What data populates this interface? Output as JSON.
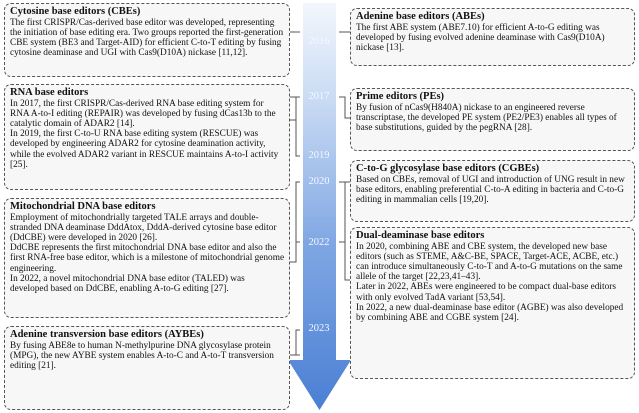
{
  "timeline": {
    "years": [
      "2016",
      "2017",
      "2019",
      "2020",
      "2022",
      "2023"
    ],
    "arrow_color": "#4a7fd4"
  },
  "boxes": [
    {
      "id": "cbe",
      "title": "Cytosine base editors (CBEs)",
      "paragraphs": [
        "The first CRISPR/Cas-derived base editor was developed, representing the initiation of base editing era. Two groups reported the first-generation CBE system (BE3 and Target-AID) for efficient C-to-T editing by fusing cytosine deaminase and UGI with Cas9(D10A) nickase [11,12]."
      ]
    },
    {
      "id": "rna",
      "title": "RNA base editors",
      "paragraphs": [
        "In 2017, the first CRISPR/Cas-derived RNA base editing system for RNA A-to-I editing (REPAIR) was developed by fusing dCas13b to the catalytic domain of ADAR2 [14].",
        "In 2019, the first C-to-U RNA base editing system (RESCUE) was developed by engineering ADAR2 for cytosine deamination activity, while the evolved ADAR2 variant in RESCUE maintains A-to-I activity [25]."
      ]
    },
    {
      "id": "mito",
      "title": "Mitochondrial DNA base editors",
      "paragraphs": [
        "Employment of mitochondrially targeted TALE arrays and double-stranded DNA deaminase DddAtox, DddA-derived cytosine base editor (DdCBE) were developed in 2020 [26].",
        "DdCBE represents the first mitochondrial DNA base editor and also the first RNA-free base editor, which is a milestone of mitochondrial genome engineering.",
        "In 2022, a novel mitochondrial DNA base editor (TALED) was developed based on DdCBE, enabling A-to-G editing [27]."
      ]
    },
    {
      "id": "aybe",
      "title": "Adenine transversion base editors (AYBEs)",
      "paragraphs": [
        "By fusing ABE8e to human N-methylpurine DNA glycosylase protein (MPG), the new AYBE system enables A-to-C and A-to-T transversion editing [21]."
      ]
    },
    {
      "id": "abe",
      "title": "Adenine base editors (ABEs)",
      "paragraphs": [
        "The first ABE system (ABE7.10) for efficient A-to-G editing was developed by fusing evolved adenine deaminase with Cas9(D10A) nickase [13]."
      ]
    },
    {
      "id": "pe",
      "title": "Prime editors (PEs)",
      "paragraphs": [
        "By fusion of nCas9(H840A) nickase to an engineered reverse transcriptase, the developed PE system (PE2/PE3) enables all types of base substitutions, guided by the pegRNA [28]."
      ]
    },
    {
      "id": "cgbe",
      "title": "C-to-G glycosylase base editors (CGBEs)",
      "paragraphs": [
        "Based on CBEs, removal of UGI and introduction of UNG result in new base editors, enabling preferential C-to-A editing in bacteria and C-to-G editing in mammalian cells [19,20]."
      ]
    },
    {
      "id": "dual",
      "title": "Dual-deaminase base editors",
      "paragraphs": [
        "In 2020, combining ABE and CBE system, the developed new base editors (such as STEME, A&C-BE, SPACE, Target-ACE, ACBE, etc.) can introduce simultaneously C-to-T and A-to-G mutations on the same allele of the target [22,23,41–43].",
        "Later in 2022, ABEs were engineered to be compact dual-base editors with only evolved TadA variant [53,54].",
        "In 2022, a new dual-deaminase base editor (AGBE) was also developed by combining ABE and CGBE system [24]."
      ]
    }
  ]
}
